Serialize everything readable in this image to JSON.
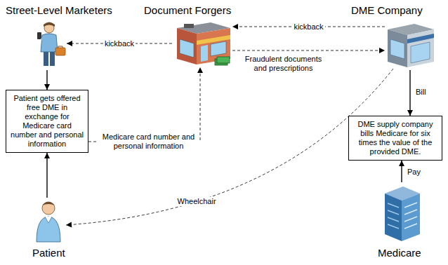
{
  "diagram": {
    "nodes": [
      {
        "text": [
          "Street-Level Marketers"
        ]
      },
      {
        "text": [
          "Document Forgers"
        ]
      },
      {
        "text": [
          "DME Company"
        ]
      },
      {
        "text": [
          "Patient gets offered free DME in exchange for Medicare card number and personal information"
        ]
      },
      {
        "text": [
          "DME supply company bills Medicare for six times the value of the provided DME."
        ]
      },
      {
        "text": [
          "Patient"
        ]
      },
      {
        "text": [
          "Medicare"
        ]
      }
    ],
    "edges": [
      {
        "from": 2,
        "to": 1,
        "label": "kickback",
        "arrow": "to"
      },
      {
        "from": 1,
        "to": 0,
        "label": "kickback",
        "arrow": "to"
      },
      {
        "from": 1,
        "to": 2,
        "label": "Fraudulent documents and prescriptions",
        "arrow": "to"
      },
      {
        "from": 0,
        "to": 3,
        "arrow": "to"
      },
      {
        "from": 5,
        "to": 3,
        "arrow": "to"
      },
      {
        "from": 3,
        "to": 1,
        "label": "Medicare card number and personal information",
        "arrow": "to"
      },
      {
        "from": 2,
        "to": 5,
        "label": "Wheelchair",
        "arrow": "to"
      },
      {
        "from": 2,
        "to": 4,
        "label": "Bill",
        "arrow": "to"
      },
      {
        "from": 6,
        "to": 4,
        "label": "Pay",
        "arrow": "to"
      }
    ]
  }
}
